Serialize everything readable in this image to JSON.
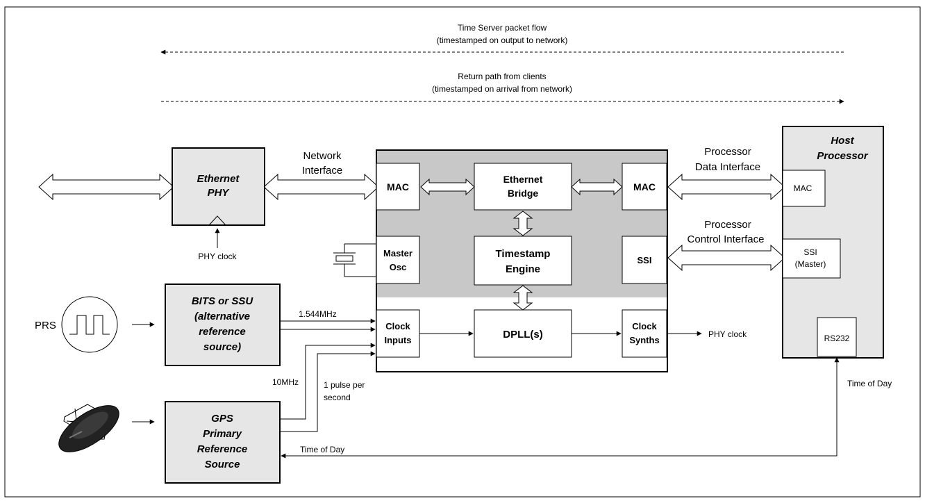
{
  "flows": {
    "outgoing_line1": "Time Server packet flow",
    "outgoing_line2": "(timestamped on output to network)",
    "return_line1": "Return path from clients",
    "return_line2": "(timestamped on arrival from network)"
  },
  "ethernet_phy": {
    "line1": "Ethernet",
    "line2": "PHY",
    "clock_label": "PHY clock"
  },
  "network_interface": {
    "line1": "Network",
    "line2": "Interface"
  },
  "chip": {
    "mac_left": "MAC",
    "bridge_line1": "Ethernet",
    "bridge_line2": "Bridge",
    "mac_right": "MAC",
    "osc_line1": "Master",
    "osc_line2": "Osc",
    "engine_line1": "Timestamp",
    "engine_line2": "Engine",
    "ssi": "SSI",
    "clock_inputs_line1": "Clock",
    "clock_inputs_line2": "Inputs",
    "dpll": "DPLL(s)",
    "synths_line1": "Clock",
    "synths_line2": "Synths"
  },
  "phy_clock_out": "PHY clock",
  "processor_data": {
    "line1": "Processor",
    "line2": "Data Interface"
  },
  "processor_control": {
    "line1": "Processor",
    "line2": "Control  Interface"
  },
  "host": {
    "line1": "Host",
    "line2": "Processor",
    "mac": "MAC",
    "ssi_line1": "SSI",
    "ssi_line2": "(Master)",
    "rs232": "RS232",
    "tod_label": "Time of Day"
  },
  "prs": {
    "label": "PRS"
  },
  "bits": {
    "line1": "BITS or SSU",
    "line2": "(alternative",
    "line3": "reference",
    "line4": "source)",
    "freq": "1.544MHz"
  },
  "gps": {
    "line1": "GPS",
    "line2": "Primary",
    "line3": "Reference",
    "line4": "Source",
    "freq_label": "10MHz",
    "pps_line1": "1 pulse per",
    "pps_line2": "second",
    "tod_label": "Time of Day"
  },
  "colors": {
    "chip_fill": "#c8c8c8",
    "box_fill": "#e6e6e6",
    "white": "#ffffff",
    "line": "#000000"
  }
}
